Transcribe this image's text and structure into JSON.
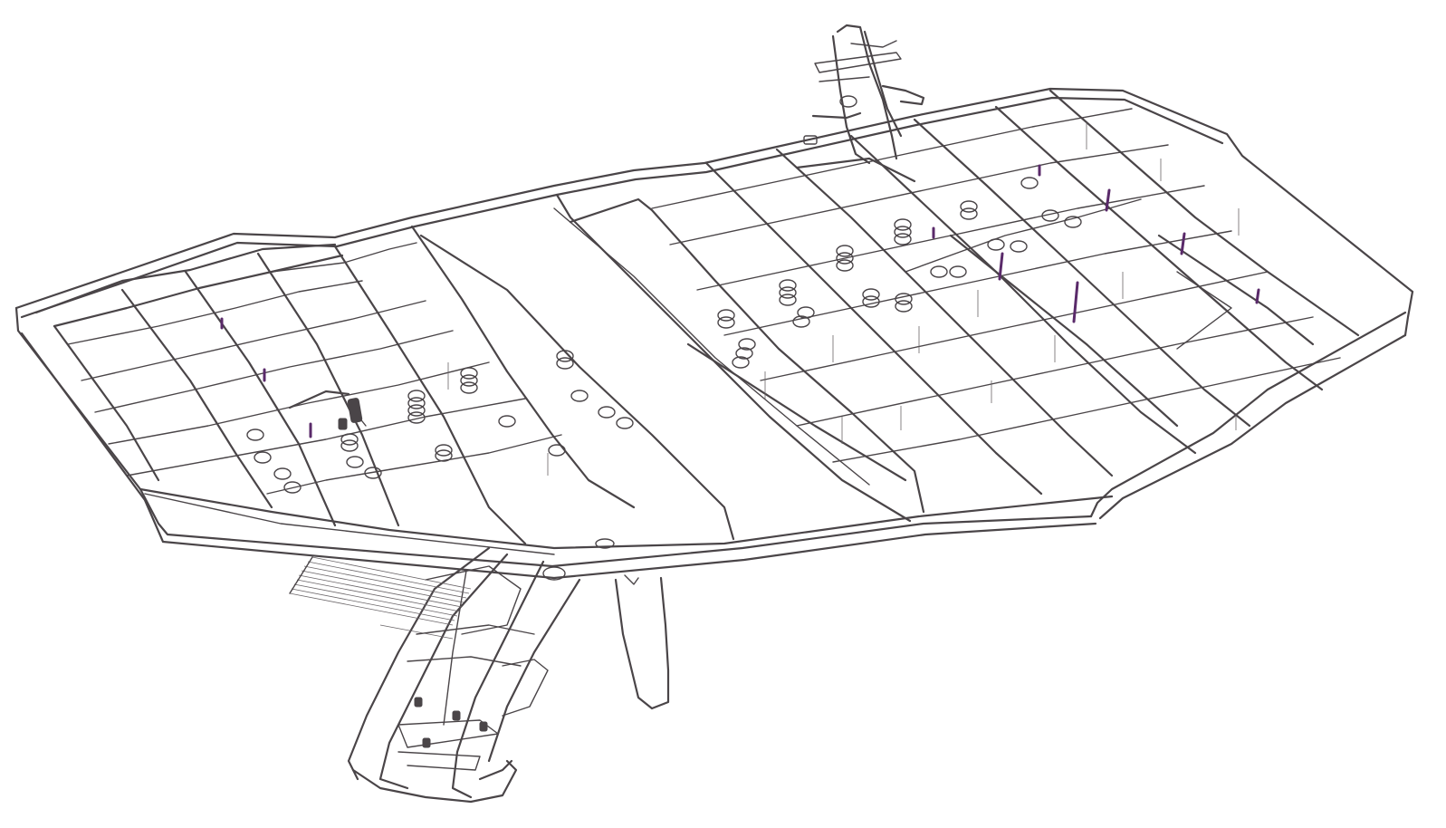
{
  "colors": {
    "background": "#ffffff",
    "line": "#4a4548",
    "accent": "#5a2a6a"
  },
  "components": [
    "main-roadway-deck",
    "central-atrium-void",
    "north-ramp",
    "south-access-ramp",
    "support-column",
    "stairwell-array",
    "vertical-shafts",
    "escalator-stairs"
  ]
}
